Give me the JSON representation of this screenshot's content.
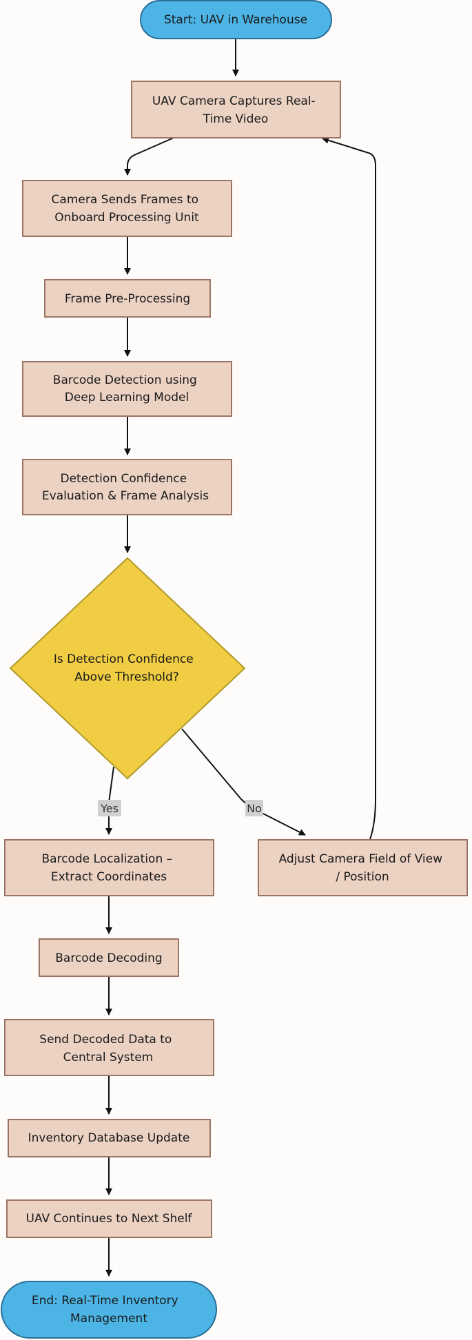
{
  "colors": {
    "terminal_fill": "#4db4e6",
    "terminal_stroke": "#2a6f95",
    "process_fill": "#ecd2c3",
    "process_stroke": "#9c7462",
    "decision_fill": "#f0cd42",
    "decision_stroke": "#b09a28",
    "edge": "#111111",
    "label_bg": "#d0d0d0",
    "background": "#fdfcfb"
  },
  "nodes": {
    "start": {
      "lines": [
        "Start: UAV in Warehouse"
      ]
    },
    "capture": {
      "lines": [
        "UAV Camera Captures Real-",
        "Time Video"
      ]
    },
    "send_frames": {
      "lines": [
        "Camera Sends Frames to",
        "Onboard Processing Unit"
      ]
    },
    "preprocess": {
      "lines": [
        "Frame Pre-Processing"
      ]
    },
    "detect": {
      "lines": [
        "Barcode Detection using",
        "Deep Learning Model"
      ]
    },
    "evaluate": {
      "lines": [
        "Detection Confidence",
        "Evaluation & Frame Analysis"
      ]
    },
    "decision": {
      "lines": [
        "Is Detection Confidence",
        "Above Threshold?"
      ]
    },
    "localize": {
      "lines": [
        "Barcode Localization –",
        "Extract Coordinates"
      ]
    },
    "adjust": {
      "lines": [
        "Adjust Camera Field of View",
        "/ Position"
      ]
    },
    "decode": {
      "lines": [
        "Barcode Decoding"
      ]
    },
    "send_data": {
      "lines": [
        "Send Decoded Data to",
        "Central System"
      ]
    },
    "db_update": {
      "lines": [
        "Inventory Database Update"
      ]
    },
    "next_shelf": {
      "lines": [
        "UAV Continues to Next Shelf"
      ]
    },
    "end": {
      "lines": [
        "End: Real-Time Inventory",
        "Management"
      ]
    }
  },
  "edge_labels": {
    "yes": "Yes",
    "no": "No"
  }
}
